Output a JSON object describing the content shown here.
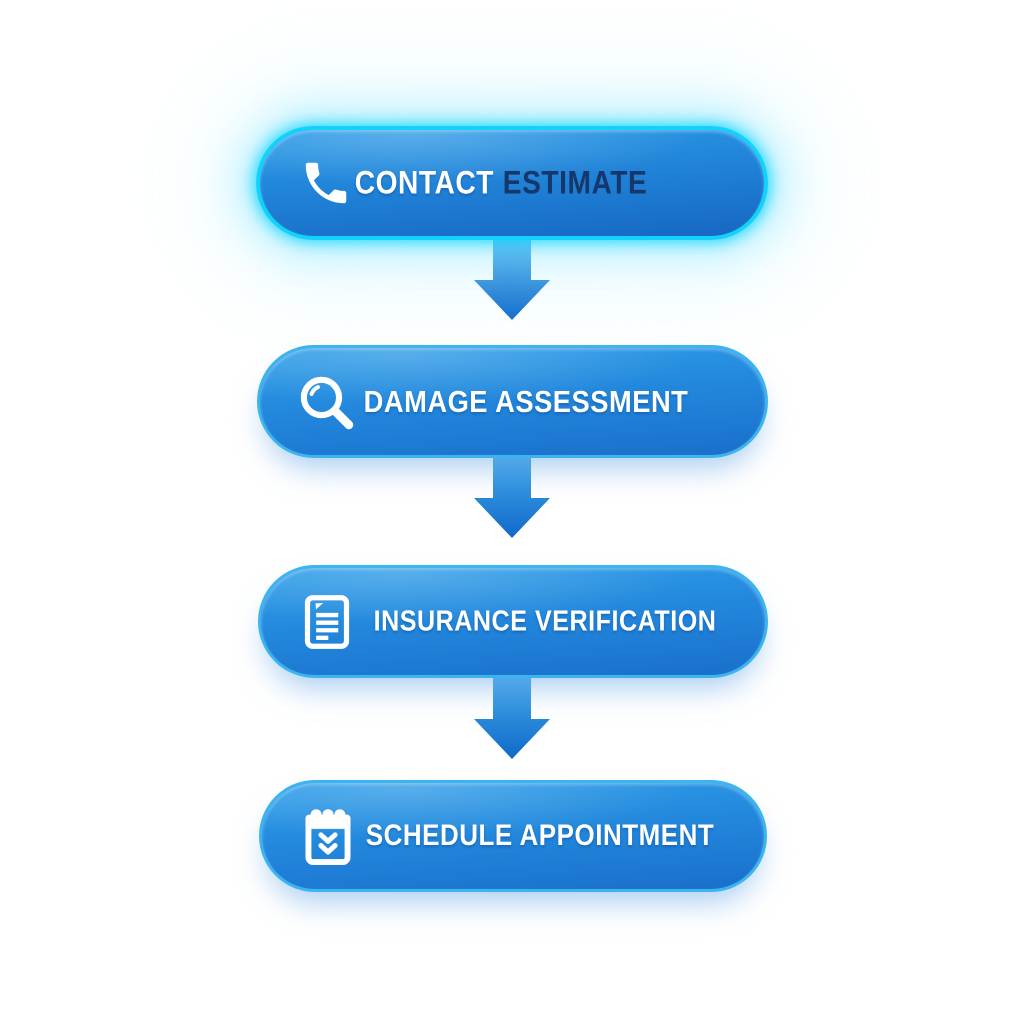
{
  "canvas": {
    "background": "#ffffff"
  },
  "colors": {
    "button_gradient_top": "#2f9fe9",
    "button_gradient_bottom": "#1a6fca",
    "button_rim": "#3cb4ef",
    "active_glow": "#12d2fb",
    "label_default": "#ffffff",
    "label_accent_navy": "#16376b",
    "arrow_gradient_top": "#47a9ec",
    "arrow_gradient_bottom": "#0f69c9"
  },
  "flow": {
    "steps": [
      {
        "name": "contact-estimate",
        "icon": "phone-icon",
        "label_primary": "CONTACT",
        "label_secondary": "ESTIMATE",
        "state": "active"
      },
      {
        "name": "damage-assessment",
        "icon": "magnifier-icon",
        "label": "DAMAGE ASSESSMENT",
        "state": "default"
      },
      {
        "name": "insurance-verification",
        "icon": "document-icon",
        "label": "INSURANCE VERIFICATION",
        "state": "default"
      },
      {
        "name": "schedule-appointment",
        "icon": "calendar-check-icon",
        "label": "SCHEDULE APPOINTMENT",
        "state": "default"
      }
    ],
    "connector": "down-arrow"
  }
}
